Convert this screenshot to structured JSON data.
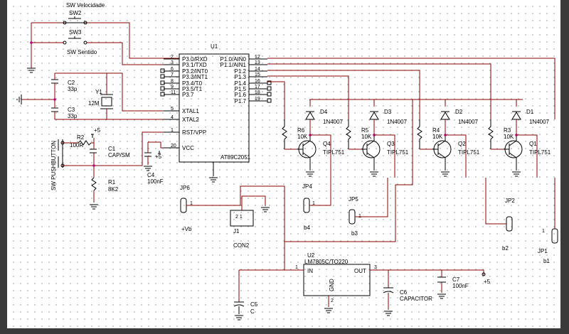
{
  "switches": {
    "sw2_ref": "SW2",
    "sw2_title": "SW Velocidade",
    "sw3_ref": "SW3",
    "sw3_name": "SW Sentido",
    "pb_name": "SW PUSHBUTTON"
  },
  "u1": {
    "ref": "U1",
    "part": "AT89C2051",
    "left_pins": [
      {
        "num": "2",
        "name": "P3.0/RXD"
      },
      {
        "num": "3",
        "name": "P3.1/TXD"
      },
      {
        "num": "6",
        "name": "P3.2/INT0"
      },
      {
        "num": "7",
        "name": "P3.3/INT1"
      },
      {
        "num": "8",
        "name": "P3.4/T0"
      },
      {
        "num": "9",
        "name": "P3.5/T1"
      },
      {
        "num": "11",
        "name": "P3.7"
      },
      {
        "num": "5",
        "name": "XTAL1"
      },
      {
        "num": "4",
        "name": "XTAL2"
      },
      {
        "num": "1",
        "name": "RST/VPP"
      },
      {
        "num": "20",
        "name": "VCC"
      }
    ],
    "right_pins": [
      {
        "num": "12",
        "name": "P1.0/AIN0"
      },
      {
        "num": "13",
        "name": "P1.1/AIN1"
      },
      {
        "num": "14",
        "name": "P1.2"
      },
      {
        "num": "15",
        "name": "P1.3"
      },
      {
        "num": "16",
        "name": "P1.4"
      },
      {
        "num": "17",
        "name": "P1.5"
      },
      {
        "num": "18",
        "name": "P1.6"
      },
      {
        "num": "19",
        "name": "P1.7"
      }
    ]
  },
  "passives": {
    "c2_ref": "C2",
    "c2_val": "33p",
    "c3_ref": "C3",
    "c3_val": "33p",
    "y1_ref": "Y1",
    "y1_val": "12M",
    "r2_ref": "R2",
    "r2_val": "100R",
    "c1_ref": "C1",
    "c1_val": "CAP/SM",
    "r1_ref": "R1",
    "r1_val": "8K2",
    "c4_ref": "C4",
    "c4_val": "100nF",
    "plus5": "+5",
    "c5_ref": "C5",
    "c5_val": "C",
    "c6_ref": "C6",
    "c6_val": "CAPACITOR",
    "c7_ref": "C7",
    "c7_val": "100nF"
  },
  "drivers": [
    {
      "d": "D4",
      "dval": "1N4007",
      "r": "R6",
      "rval": "10K",
      "q": "Q4",
      "qval": "TIPL751"
    },
    {
      "d": "D3",
      "dval": "1N4007",
      "r": "R5",
      "rval": "10K",
      "q": "Q3",
      "qval": "TIPL751"
    },
    {
      "d": "D2",
      "dval": "1N4007",
      "r": "R4",
      "rval": "10K",
      "q": "Q2",
      "qval": "TIPL751"
    },
    {
      "d": "D1",
      "dval": "1N4007",
      "r": "R3",
      "rval": "10K",
      "q": "Q1",
      "qval": "TIPL751"
    }
  ],
  "connectors": {
    "jp6": "JP6",
    "vb": "+Vb",
    "jp4": "JP4",
    "b4": "b4",
    "jp5": "JP5",
    "b3": "b3",
    "jp2": "JP2",
    "b2": "b2",
    "jp1": "JP1",
    "b1": "b1",
    "j1": "J1",
    "j1_name": "CON2",
    "j1_pins": "2 1",
    "pin1": "1"
  },
  "u2": {
    "ref": "U2",
    "part": "LM7805C/TO220",
    "in": "IN",
    "out": "OUT",
    "gnd": "GND",
    "pin_in": "1",
    "pin_out": "3",
    "pin_gnd": "2"
  }
}
